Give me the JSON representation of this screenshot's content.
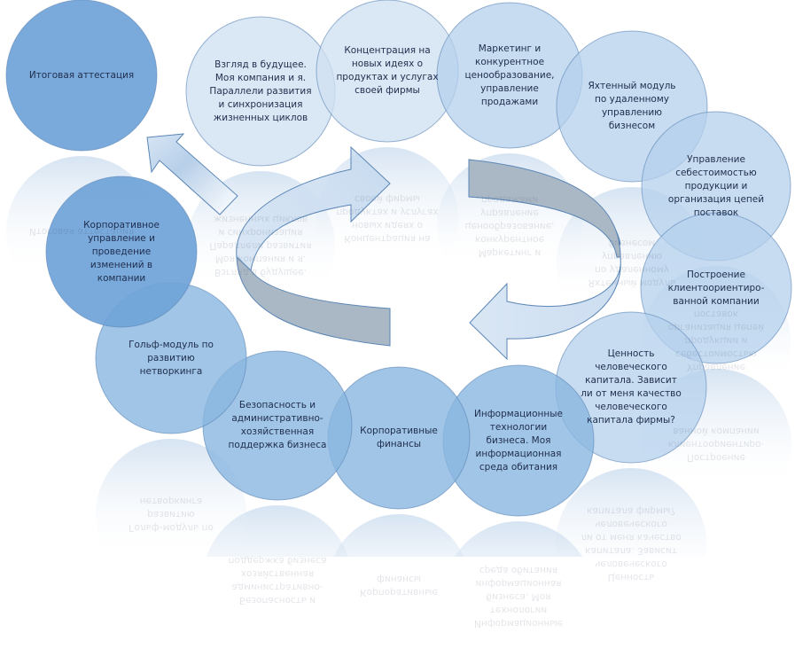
{
  "diagram": {
    "type": "cycle",
    "colors": {
      "dark_circle": "#6fa3d8",
      "mid_circle": "#8ab6e0",
      "light_circle": "#b4d0ec",
      "pale_circle": "#cfe0f1",
      "stroke": "#5b86b6",
      "text": "#1f2d4d",
      "gray_arrow": "#a9b6c4"
    },
    "nodes": [
      {
        "id": "final",
        "label": "Итоговая аттестация",
        "tone": "dark"
      },
      {
        "id": "future",
        "label": "Взгляд в будущее. Моя компания и я. Параллели развития и синхронизация жизненных циклов",
        "tone": "pale"
      },
      {
        "id": "ideas",
        "label": "Концентрация на новых идеях о продуктах и услугах своей фирмы",
        "tone": "pale"
      },
      {
        "id": "marketing",
        "label": "Маркетинг и конкурентное ценообразование, управление продажами",
        "tone": "light"
      },
      {
        "id": "yacht",
        "label": "Яхтенный модуль по удаленному управлению бизнесом",
        "tone": "light"
      },
      {
        "id": "cost",
        "label": "Управление себестоимостью продукции и организация цепей поставок",
        "tone": "light"
      },
      {
        "id": "client",
        "label": "Построение клиентоориентиро-ванной компании",
        "tone": "light"
      },
      {
        "id": "human",
        "label": "Ценность человеческого капитала. Зависит ли от меня качество человеческого капитала фирмы?",
        "tone": "light"
      },
      {
        "id": "it",
        "label": "Информационные технологии бизнеса. Моя информационная среда обитания",
        "tone": "mid"
      },
      {
        "id": "finance",
        "label": "Корпоративные финансы",
        "tone": "mid"
      },
      {
        "id": "security",
        "label": "Безопасность и административно-хозяйственная поддержка бизнеса",
        "tone": "mid"
      },
      {
        "id": "golf",
        "label": "Гольф-модуль по развитию нетворкинга",
        "tone": "mid"
      },
      {
        "id": "governance",
        "label": "Корпоративное управление и проведение изменений в компании",
        "tone": "dark"
      }
    ],
    "arrows": [
      {
        "id": "to-final",
        "direction": "up-left"
      },
      {
        "id": "cycle-top",
        "direction": "right"
      },
      {
        "id": "cycle-bottom",
        "direction": "left"
      }
    ]
  }
}
